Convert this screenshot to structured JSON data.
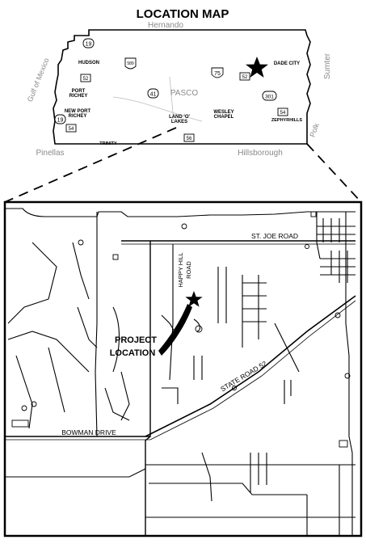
{
  "title": "LOCATION MAP",
  "overview": {
    "county_label": "PASCO",
    "neighbors": {
      "north": "Hernando",
      "east": "Sumter",
      "southeast": "Polk",
      "south_left": "Pinellas",
      "south_right": "Hillsborough",
      "west": "Gulf of Mexico"
    },
    "places": {
      "hudson": "HUDSON",
      "port_richey_1": "PORT",
      "port_richey_2": "RICHEY",
      "new_port_richey_1": "NEW PORT",
      "new_port_richey_2": "RICHEY",
      "dade_city": "DADE CITY",
      "land_o_lakes_1": "LAND 'O'",
      "land_o_lakes_2": "LAKES",
      "wesley_chapel_1": "WESLEY",
      "wesley_chapel_2": "CHAPEL",
      "zephyrhills": "ZEPHYRHILLS",
      "trinity": "TRINITY"
    },
    "route_shields": {
      "sr19_north": "19",
      "sr52_west": "52",
      "us19_south": "19",
      "sr54_west": "54",
      "sr589": "589",
      "sr41": "41",
      "i75": "75",
      "sr52_east": "52",
      "us301": "301",
      "sr54_east": "54",
      "sr56": "56"
    }
  },
  "detail": {
    "roads": {
      "st_joe": "ST. JOE ROAD",
      "happy_hill_1": "HAPPY HILL",
      "happy_hill_2": "ROAD",
      "state_road_52": "STATE ROAD 52",
      "bowman": "BOWMAN DRIVE"
    },
    "project_label_1": "PROJECT",
    "project_label_2": "LOCATION"
  },
  "colors": {
    "ink": "#000000",
    "county_text": "#8a8a8a",
    "background": "#ffffff"
  },
  "icons": {
    "project_marker": "star-icon",
    "overview_marker": "star-icon"
  }
}
